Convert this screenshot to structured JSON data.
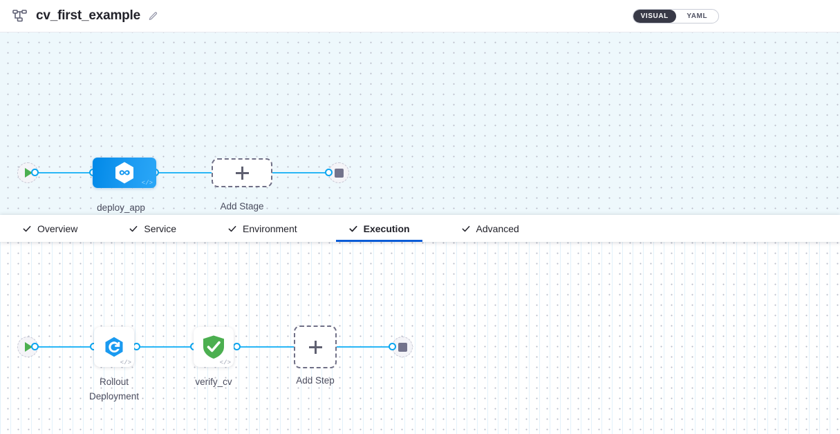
{
  "header": {
    "icon": "pipeline-graph-icon",
    "title": "cv_first_example",
    "edit_icon": "pencil-edit-icon",
    "view_toggle": {
      "options": [
        {
          "label": "VISUAL",
          "selected": true
        },
        {
          "label": "YAML",
          "selected": false
        }
      ]
    }
  },
  "colors": {
    "accent_blue": "#0b5cd7",
    "edge_blue": "#29b6f6",
    "stage_blue": "#0f93ef",
    "success_green": "#4caf50",
    "canvas_top_bg": "#eef8fc",
    "canvas_bottom_bg": "#ffffff",
    "toggle_active_bg": "#383946"
  },
  "stage_canvas": {
    "start_node": {
      "name": "pipeline-start",
      "icon": "play-icon"
    },
    "end_node": {
      "name": "pipeline-end",
      "icon": "stop-icon"
    },
    "stages": [
      {
        "label": "deploy_app",
        "icon": "harness-deploy-hexagon-icon",
        "badge": "</>",
        "selected": true
      },
      {
        "label": "Add Stage",
        "icon": "plus-icon",
        "type": "add"
      }
    ]
  },
  "tabs": [
    {
      "label": "Overview",
      "checked": true,
      "active": false
    },
    {
      "label": "Service",
      "checked": true,
      "active": false
    },
    {
      "label": "Environment",
      "checked": true,
      "active": false
    },
    {
      "label": "Execution",
      "checked": true,
      "active": true
    },
    {
      "label": "Advanced",
      "checked": true,
      "active": false
    }
  ],
  "execution_canvas": {
    "start_node": {
      "name": "execution-start",
      "icon": "play-icon"
    },
    "end_node": {
      "name": "execution-end",
      "icon": "stop-icon"
    },
    "steps": [
      {
        "label": "Rollout\nDeployment",
        "icon": "rollout-deployment-icon",
        "badge": "</>"
      },
      {
        "label": "verify_cv",
        "icon": "green-shield-check-icon",
        "badge": "</>"
      },
      {
        "label": "Add Step",
        "icon": "plus-icon",
        "type": "add"
      }
    ]
  }
}
